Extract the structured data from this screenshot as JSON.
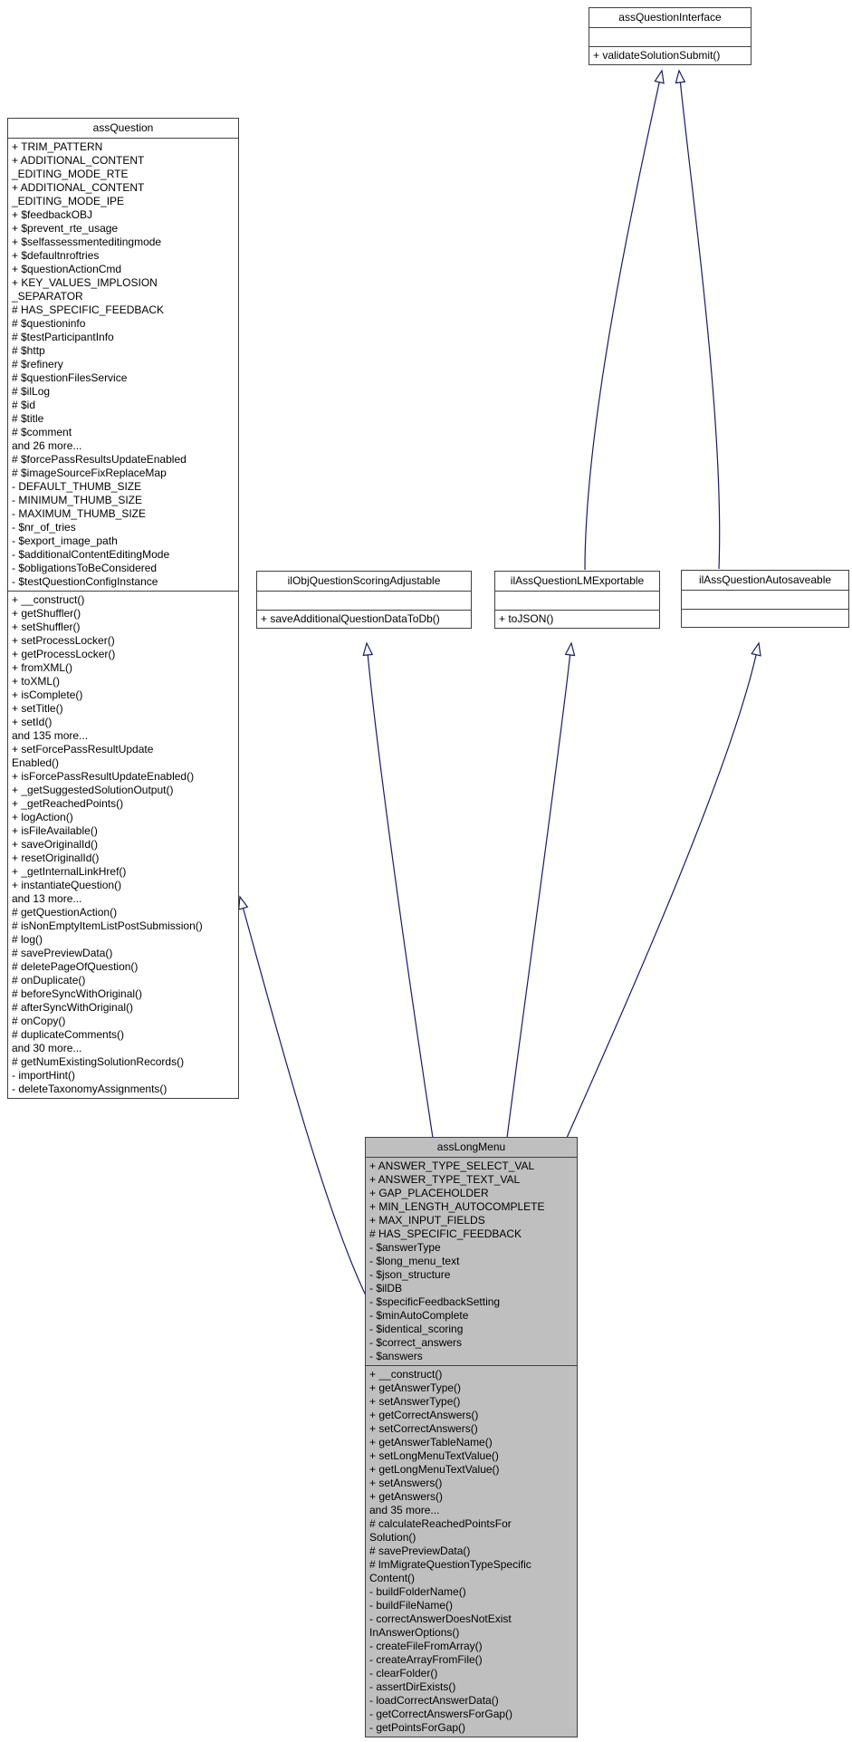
{
  "diagram": {
    "edge_color": "#191970",
    "border_color": "#404040",
    "highlight_fill": "#bfbfbf",
    "box_fill": "#ffffff",
    "classes": [
      {
        "id": "assQuestionInterface",
        "title": "assQuestionInterface",
        "highlighted": false,
        "attributes": [],
        "methods": [
          "+ validateSolutionSubmit()"
        ]
      },
      {
        "id": "assQuestion",
        "title": "assQuestion",
        "highlighted": false,
        "attributes": [
          "+ TRIM_PATTERN",
          "+ ADDITIONAL_CONTENT",
          "_EDITING_MODE_RTE",
          "+ ADDITIONAL_CONTENT",
          "_EDITING_MODE_IPE",
          "+ $feedbackOBJ",
          "+ $prevent_rte_usage",
          "+ $selfassessmenteditingmode",
          "+ $defaultnroftries",
          "+ $questionActionCmd",
          "+ KEY_VALUES_IMPLOSION",
          "_SEPARATOR",
          "# HAS_SPECIFIC_FEEDBACK",
          "# $questioninfo",
          "# $testParticipantInfo",
          "# $http",
          "# $refinery",
          "# $questionFilesService",
          "# $ilLog",
          "# $id",
          "# $title",
          "# $comment",
          "and 26 more...",
          "# $forcePassResultsUpdateEnabled",
          "# $imageSourceFixReplaceMap",
          "- DEFAULT_THUMB_SIZE",
          "- MINIMUM_THUMB_SIZE",
          "- MAXIMUM_THUMB_SIZE",
          "- $nr_of_tries",
          "- $export_image_path",
          "- $additionalContentEditingMode",
          "- $obligationsToBeConsidered",
          "- $testQuestionConfigInstance"
        ],
        "methods": [
          "+ __construct()",
          "+ getShuffler()",
          "+ setShuffler()",
          "+ setProcessLocker()",
          "+ getProcessLocker()",
          "+ fromXML()",
          "+ toXML()",
          "+ isComplete()",
          "+ setTitle()",
          "+ setId()",
          "and 135 more...",
          "+ setForcePassResultUpdate",
          "Enabled()",
          "+ isForcePassResultUpdateEnabled()",
          "+ _getSuggestedSolutionOutput()",
          "+ _getReachedPoints()",
          "+ logAction()",
          "+ isFileAvailable()",
          "+ saveOriginalId()",
          "+ resetOriginalId()",
          "+ _getInternalLinkHref()",
          "+ instantiateQuestion()",
          "and 13 more...",
          "# getQuestionAction()",
          "# isNonEmptyItemListPostSubmission()",
          "# log()",
          "# savePreviewData()",
          "# deletePageOfQuestion()",
          "# onDuplicate()",
          "# beforeSyncWithOriginal()",
          "# afterSyncWithOriginal()",
          "# onCopy()",
          "# duplicateComments()",
          "and 30 more...",
          "# getNumExistingSolutionRecords()",
          "- importHint()",
          "- deleteTaxonomyAssignments()"
        ]
      },
      {
        "id": "ilObjQuestionScoringAdjustable",
        "title": "ilObjQuestionScoringAdjustable",
        "highlighted": false,
        "attributes": [],
        "methods": [
          "+ saveAdditionalQuestionDataToDb()"
        ]
      },
      {
        "id": "ilAssQuestionLMExportable",
        "title": "ilAssQuestionLMExportable",
        "highlighted": false,
        "attributes": [],
        "methods": [
          "+ toJSON()"
        ]
      },
      {
        "id": "ilAssQuestionAutosaveable",
        "title": "ilAssQuestionAutosaveable",
        "highlighted": false,
        "attributes": [],
        "methods": []
      },
      {
        "id": "assLongMenu",
        "title": "assLongMenu",
        "highlighted": true,
        "attributes": [
          "+ ANSWER_TYPE_SELECT_VAL",
          "+ ANSWER_TYPE_TEXT_VAL",
          "+ GAP_PLACEHOLDER",
          "+ MIN_LENGTH_AUTOCOMPLETE",
          "+ MAX_INPUT_FIELDS",
          "# HAS_SPECIFIC_FEEDBACK",
          "- $answerType",
          "- $long_menu_text",
          "- $json_structure",
          "- $ilDB",
          "- $specificFeedbackSetting",
          "- $minAutoComplete",
          "- $identical_scoring",
          "- $correct_answers",
          "- $answers"
        ],
        "methods": [
          "+ __construct()",
          "+ getAnswerType()",
          "+ setAnswerType()",
          "+ getCorrectAnswers()",
          "+ setCorrectAnswers()",
          "+ getAnswerTableName()",
          "+ setLongMenuTextValue()",
          "+ getLongMenuTextValue()",
          "+ setAnswers()",
          "+ getAnswers()",
          "and 35 more...",
          "# calculateReachedPointsFor",
          "Solution()",
          "# savePreviewData()",
          "# lmMigrateQuestionTypeSpecific",
          "Content()",
          "- buildFolderName()",
          "- buildFileName()",
          "- correctAnswerDoesNotExist",
          "InAnswerOptions()",
          "- createFileFromArray()",
          "- createArrayFromFile()",
          "- clearFolder()",
          "- assertDirExists()",
          "- loadCorrectAnswerData()",
          "- getCorrectAnswersForGap()",
          "- getPointsForGap()"
        ]
      }
    ],
    "relations": [
      {
        "from": "assLongMenu",
        "to": "assQuestion",
        "type": "inheritance"
      },
      {
        "from": "assLongMenu",
        "to": "ilObjQuestionScoringAdjustable",
        "type": "inheritance"
      },
      {
        "from": "assLongMenu",
        "to": "ilAssQuestionLMExportable",
        "type": "inheritance"
      },
      {
        "from": "assLongMenu",
        "to": "ilAssQuestionAutosaveable",
        "type": "inheritance"
      },
      {
        "from": "ilAssQuestionLMExportable",
        "to": "assQuestionInterface",
        "type": "inheritance"
      },
      {
        "from": "ilAssQuestionAutosaveable",
        "to": "assQuestionInterface",
        "type": "inheritance"
      }
    ]
  }
}
